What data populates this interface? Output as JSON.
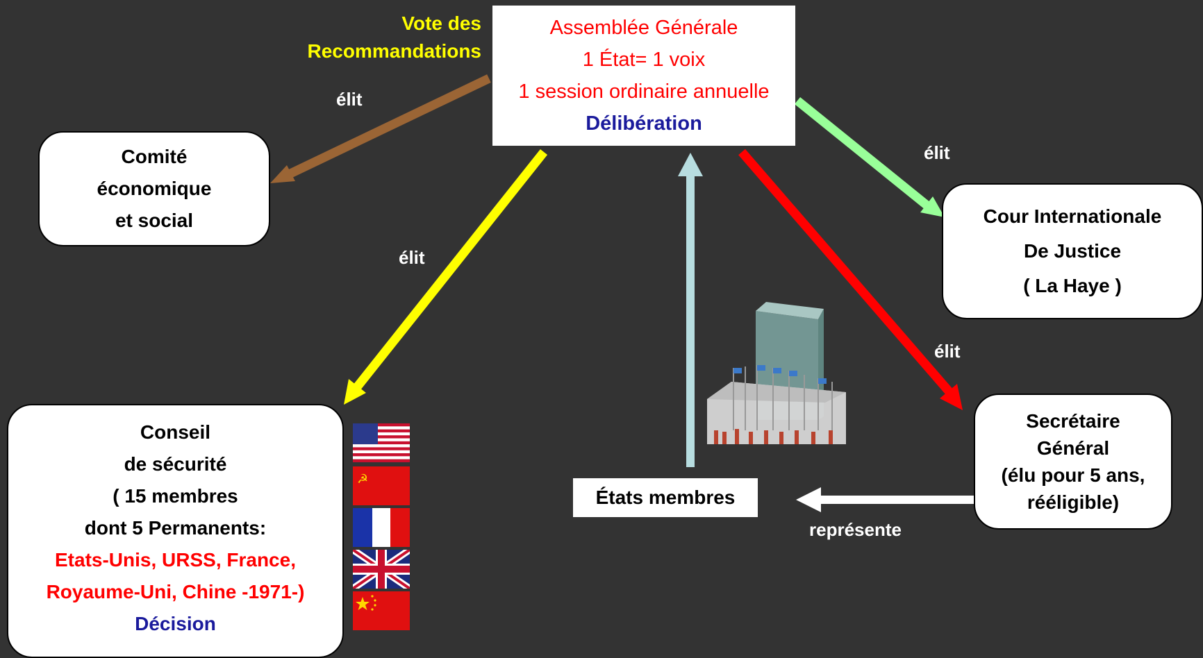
{
  "colors": {
    "background": "#333333",
    "brown_arrow": "#9b6535",
    "yellow_arrow": "#ffff00",
    "red_arrow": "#ff0000",
    "green_arrow": "#99ff99",
    "lightblue_arrow": "#b7dde0",
    "white_arrow": "#ffffff",
    "text_red": "#ff0000",
    "text_navy": "#1a1a9c",
    "text_yellow": "#ffff00"
  },
  "assembly": {
    "title": "Assemblée Générale",
    "line2": "1 État= 1 voix",
    "line3": "1 session ordinaire annuelle",
    "role": "Délibération"
  },
  "vote_label": {
    "line1": "Vote des",
    "line2": "Recommandations"
  },
  "ecosoc": {
    "line1": "Comité",
    "line2": "économique",
    "line3": "et social"
  },
  "security_council": {
    "line1": "Conseil",
    "line2": "de sécurité",
    "line3": "( 15 membres",
    "line4": "dont 5 Permanents:",
    "members1": "Etats-Unis, URSS, France,",
    "members2": "Royaume-Uni, Chine -1971-)",
    "role": "Décision"
  },
  "court": {
    "line1": "Cour Internationale",
    "line2": "De Justice",
    "line3": "( La Haye )"
  },
  "secretary": {
    "line1": "Secrétaire",
    "line2": "Général",
    "line3": "(élu pour 5 ans,",
    "line4": "rééligible)"
  },
  "member_states": {
    "label": "États membres"
  },
  "edge_labels": {
    "ecosoc": "élit",
    "council": "élit",
    "court": "élit",
    "secretary": "élit",
    "represents": "représente"
  },
  "flags": [
    "us-flag-icon",
    "ussr-flag-icon",
    "france-flag-icon",
    "uk-flag-icon",
    "china-flag-icon"
  ],
  "building": "un-headquarters-icon"
}
